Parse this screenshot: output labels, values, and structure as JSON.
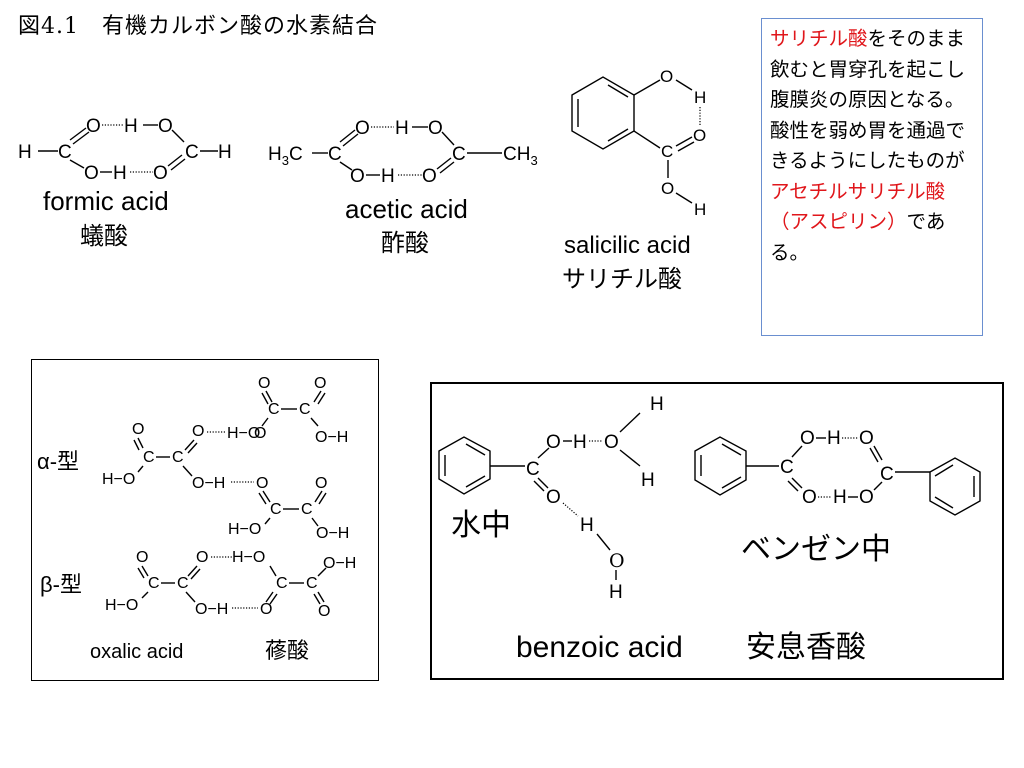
{
  "title": "図4.1　有機カルボン酸の水素結合",
  "formic": {
    "name_en": "formic acid",
    "name_ja": "蟻酸"
  },
  "acetic": {
    "name_en": "acetic acid",
    "name_ja": "酢酸"
  },
  "salicylic": {
    "name_en": "salicilic acid",
    "name_ja": "サリチル酸"
  },
  "note": {
    "t1": "サリチル酸",
    "t2": "をそのまま飲むと胃穿孔を起こし腹膜炎の原因となる。酸性を弱め胃を通過できるようにしたものが",
    "t3": "アセチルサリチル酸（アスピリン）",
    "t4": "である。",
    "highlight_color": "#e0161b"
  },
  "oxalic": {
    "alpha": "α-型",
    "beta": "β-型",
    "name_en": "oxalic acid",
    "name_ja": "蓚酸"
  },
  "benzoic": {
    "water": "水中",
    "benzene": "ベンゼン中",
    "name_en": "benzoic acid",
    "name_ja": "安息香酸"
  },
  "atoms": {
    "H": "H",
    "O": "O",
    "C": "C",
    "H3C": "H3C",
    "CH3": "CH3",
    "OH": "O−H",
    "HO": "H−O"
  }
}
